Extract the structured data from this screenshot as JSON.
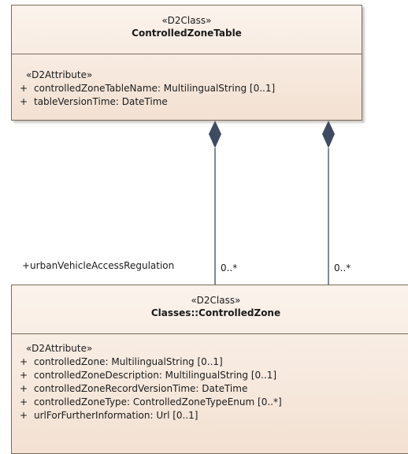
{
  "classes": {
    "top": {
      "stereotype": "«D2Class»",
      "name": "ControlledZoneTable",
      "attr_stereotype": "«D2Attribute»",
      "attributes": [
        {
          "vis": "+",
          "text": "controlledZoneTableName: MultilingualString [0..1]"
        },
        {
          "vis": "+",
          "text": "tableVersionTime: DateTime"
        }
      ]
    },
    "bottom": {
      "stereotype": "«D2Class»",
      "name": "Classes::ControlledZone",
      "attr_stereotype": "«D2Attribute»",
      "attributes": [
        {
          "vis": "+",
          "text": "controlledZone: MultilingualString [0..1]"
        },
        {
          "vis": "+",
          "text": "controlledZoneDescription: MultilingualString [0..1]"
        },
        {
          "vis": "+",
          "text": "controlledZoneRecordVersionTime: DateTime"
        },
        {
          "vis": "+",
          "text": "controlledZoneType: ControlledZoneTypeEnum [0..*]"
        },
        {
          "vis": "+",
          "text": "urlForFurtherInformation: Url [0..1]"
        }
      ]
    }
  },
  "associations": {
    "left_role": "+urbanVehicleAccessRegulation",
    "left_multiplicity": "0..*",
    "right_multiplicity": "0..*"
  }
}
